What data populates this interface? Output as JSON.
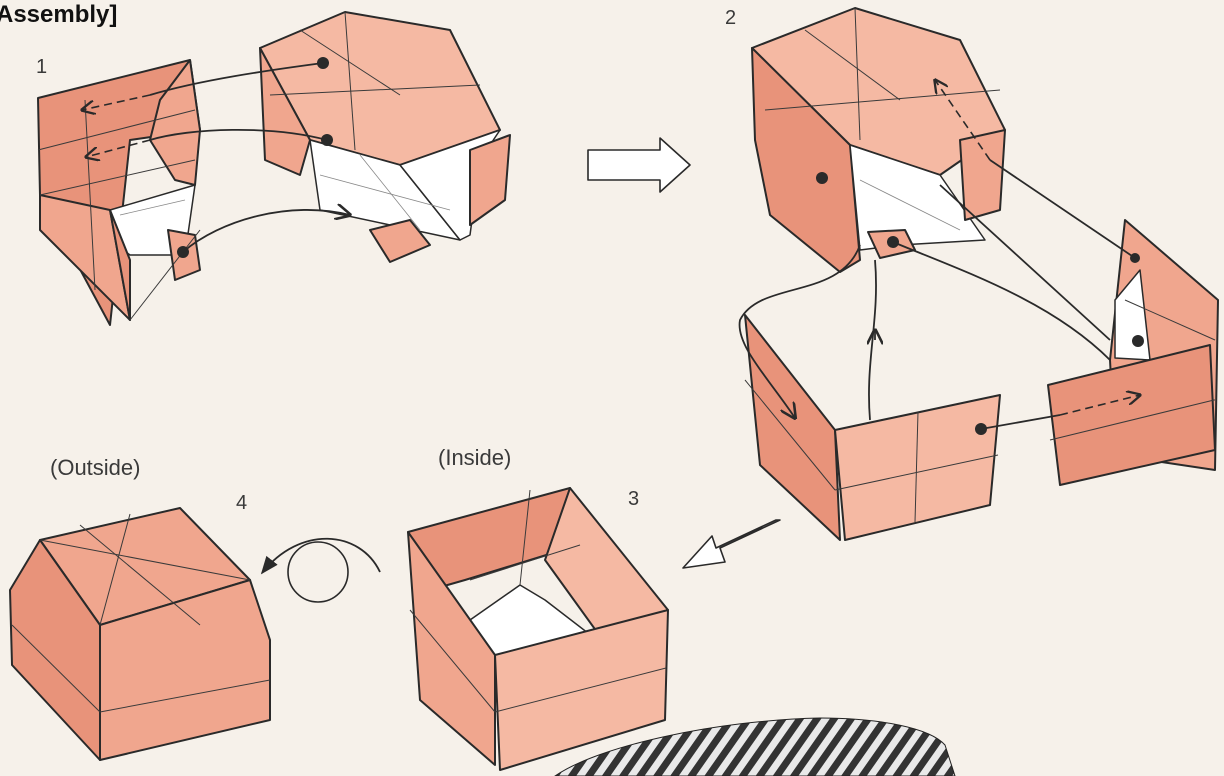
{
  "header": {
    "title": "Assembly]"
  },
  "steps": {
    "step1": "1",
    "step2": "2",
    "step3": "3",
    "step4": "4"
  },
  "captions": {
    "inside": "(Inside)",
    "outside": "(Outside)"
  },
  "colors": {
    "paper_dark": "#e8937a",
    "paper_mid": "#f0a68e",
    "paper_light": "#f5b9a3",
    "line": "#2a2a2a",
    "background": "#f6f1ea"
  },
  "icons": {
    "next_arrow": "hollow-right-arrow",
    "back_arrow": "hollow-down-left-arrow",
    "flip": "turn-over-circle-arrow"
  }
}
